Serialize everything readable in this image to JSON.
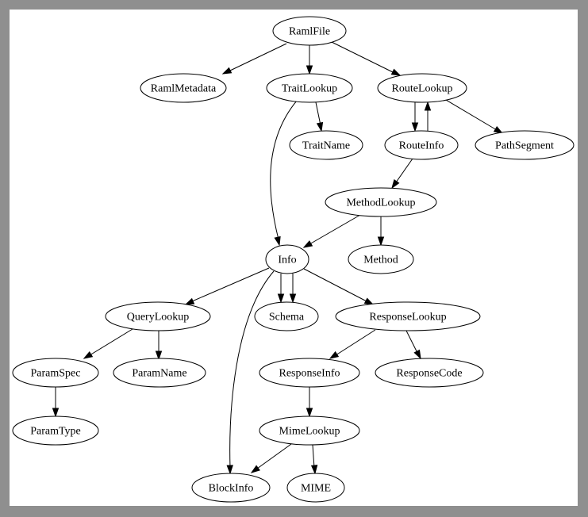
{
  "diagram": {
    "nodes": [
      {
        "id": "RamlFile",
        "label": "RamlFile"
      },
      {
        "id": "RamlMetadata",
        "label": "RamlMetadata"
      },
      {
        "id": "TraitLookup",
        "label": "TraitLookup"
      },
      {
        "id": "RouteLookup",
        "label": "RouteLookup"
      },
      {
        "id": "TraitName",
        "label": "TraitName"
      },
      {
        "id": "RouteInfo",
        "label": "RouteInfo"
      },
      {
        "id": "PathSegment",
        "label": "PathSegment"
      },
      {
        "id": "MethodLookup",
        "label": "MethodLookup"
      },
      {
        "id": "Info",
        "label": "Info"
      },
      {
        "id": "Method",
        "label": "Method"
      },
      {
        "id": "QueryLookup",
        "label": "QueryLookup"
      },
      {
        "id": "Schema",
        "label": "Schema"
      },
      {
        "id": "ResponseLookup",
        "label": "ResponseLookup"
      },
      {
        "id": "ParamSpec",
        "label": "ParamSpec"
      },
      {
        "id": "ParamName",
        "label": "ParamName"
      },
      {
        "id": "ResponseInfo",
        "label": "ResponseInfo"
      },
      {
        "id": "ResponseCode",
        "label": "ResponseCode"
      },
      {
        "id": "ParamType",
        "label": "ParamType"
      },
      {
        "id": "MimeLookup",
        "label": "MimeLookup"
      },
      {
        "id": "BlockInfo",
        "label": "BlockInfo"
      },
      {
        "id": "MIME",
        "label": "MIME"
      }
    ],
    "edges": [
      {
        "from": "RamlFile",
        "to": "RamlMetadata"
      },
      {
        "from": "RamlFile",
        "to": "TraitLookup"
      },
      {
        "from": "RamlFile",
        "to": "RouteLookup"
      },
      {
        "from": "TraitLookup",
        "to": "TraitName"
      },
      {
        "from": "TraitLookup",
        "to": "Info"
      },
      {
        "from": "RouteLookup",
        "to": "RouteInfo"
      },
      {
        "from": "RouteInfo",
        "to": "RouteLookup"
      },
      {
        "from": "RouteLookup",
        "to": "PathSegment"
      },
      {
        "from": "RouteInfo",
        "to": "MethodLookup"
      },
      {
        "from": "MethodLookup",
        "to": "Info"
      },
      {
        "from": "MethodLookup",
        "to": "Method"
      },
      {
        "from": "Info",
        "to": "QueryLookup"
      },
      {
        "from": "Info",
        "to": "Schema"
      },
      {
        "from": "Info",
        "to": "Schema"
      },
      {
        "from": "Info",
        "to": "ResponseLookup"
      },
      {
        "from": "Info",
        "to": "BlockInfo"
      },
      {
        "from": "QueryLookup",
        "to": "ParamSpec"
      },
      {
        "from": "QueryLookup",
        "to": "ParamName"
      },
      {
        "from": "ParamSpec",
        "to": "ParamType"
      },
      {
        "from": "ResponseLookup",
        "to": "ResponseInfo"
      },
      {
        "from": "ResponseLookup",
        "to": "ResponseCode"
      },
      {
        "from": "ResponseInfo",
        "to": "MimeLookup"
      },
      {
        "from": "MimeLookup",
        "to": "BlockInfo"
      },
      {
        "from": "MimeLookup",
        "to": "MIME"
      }
    ]
  }
}
